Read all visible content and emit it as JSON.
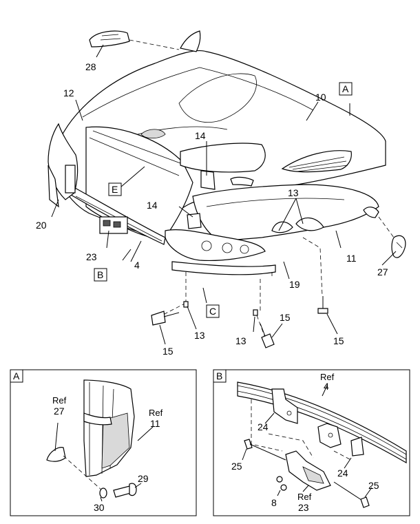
{
  "callouts": {
    "c28": "28",
    "c12": "12",
    "c10": "10",
    "c14a": "14",
    "c14b": "14",
    "c13a": "13",
    "c13b": "13",
    "c13c": "13",
    "c20": "20",
    "c23": "23",
    "c4": "4",
    "c11": "11",
    "c27": "27",
    "c19": "19",
    "c15a": "15",
    "c15b": "15",
    "c15c": "15"
  },
  "view_tags": {
    "a": "A",
    "b": "B",
    "c": "C",
    "e": "E"
  },
  "detail_a": {
    "tag": "A",
    "ref27_ref": "Ref",
    "ref27_num": "27",
    "ref11_ref": "Ref",
    "ref11_num": "11",
    "c29": "29",
    "c30": "30"
  },
  "detail_b": {
    "tag": "B",
    "ref4_ref": "Ref",
    "ref4_num": "4",
    "c24a": "24",
    "c24b": "24",
    "c25a": "25",
    "c25b": "25",
    "c8": "8",
    "ref23_ref": "Ref",
    "ref23_num": "23"
  }
}
